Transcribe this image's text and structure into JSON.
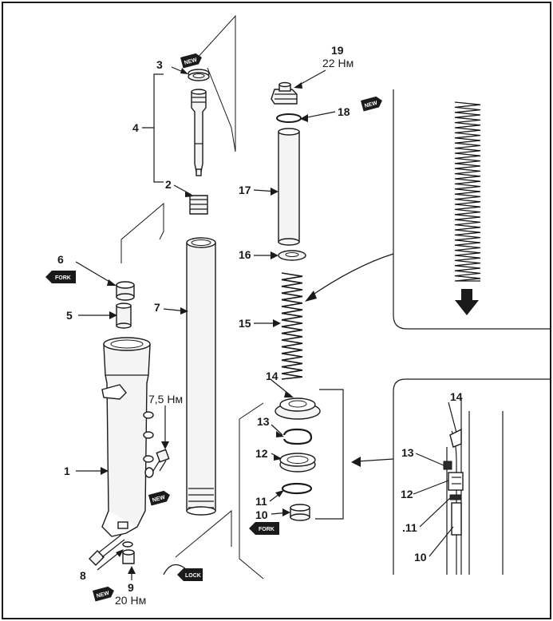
{
  "labels": {
    "l1": "1",
    "l2": "2",
    "l3": "3",
    "l4": "4",
    "l5": "5",
    "l6": "6",
    "l7": "7",
    "l8": "8",
    "l9": "9",
    "l10": "10",
    "l11": "11",
    "l12": "12",
    "l13": "13",
    "l14": "14",
    "l15": "15",
    "l16": "16",
    "l17": "17",
    "l18": "18",
    "l19": "19",
    "d10": "10",
    "d11": ".11",
    "d12": "12",
    "d13": "13",
    "d14": "14"
  },
  "torques": {
    "t19": "22 Нм",
    "t7_5": "7,5 Нм",
    "t9": "20 Нм"
  },
  "tags": {
    "new": "NEW",
    "fork": "FORK",
    "lock": "LOCK"
  }
}
